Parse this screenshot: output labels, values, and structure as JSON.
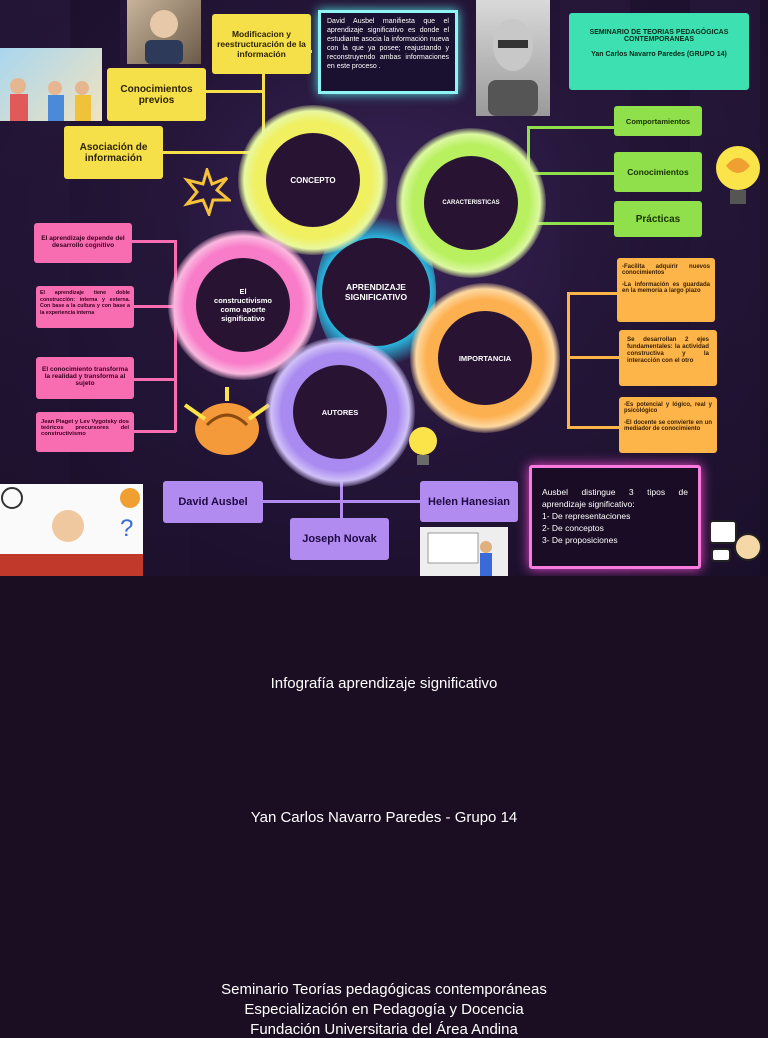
{
  "top": {
    "modificacion": "Modificacion y reestructuración de la información",
    "ausbel_quote": "David Ausbel manifiesta que el aprendizaje significativo es donde el estudiante asocia la información nueva con la que ya posee; reajustando y reconstruyendo ambas informaciones en este proceso .",
    "seminar_title": "SEMINARIO DE TEORIAS PEDAGÓGICAS CONTEMPORANEAS",
    "seminar_author": "Yan Carlos Navarro Paredes (GRUPO 14)"
  },
  "concepto": {
    "label": "CONCEPTO",
    "conocimientos_previos": "Conocimientos previos",
    "asociacion": "Asociación de información"
  },
  "caracteristicas": {
    "label": "CARACTERISTICAS",
    "items": [
      "Comportamientos",
      "Conocimientos",
      "Prácticas"
    ]
  },
  "center": {
    "label": "APRENDIZAJE SIGNIFICATIVO"
  },
  "constructivismo": {
    "label": "El constructivismo como aporte significativo",
    "items": [
      "El aprendizaje depende del desarrollo cognitivo",
      "El aprendizaje tiene doble construcción: interna y externa. Con base a la cultura y con base a la experiencia interna",
      "El conocimiento transforma la realidad y transforma al sujeto",
      "Jean Piaget y Lev Vygotsky dos teóricos precursores del constructivismo"
    ]
  },
  "importancia": {
    "label": "IMPORTANCIA",
    "box1_a": "-Facilita adquirir nuevos conocimientos",
    "box1_b": "-La información es guardada en la memoria a largo plazo",
    "box2": "Se desarrollan 2 ejes fundamentales: la actividad constructiva y la interacción con el otro",
    "box3_a": "-Es potencial y lógico, real y psicológico",
    "box3_b": "-El docente se convierte en un mediador de conocimiento"
  },
  "autores": {
    "label": "AUTORES",
    "names": [
      "David Ausbel",
      "Joseph Novak",
      "Helen Hanesian"
    ]
  },
  "tipos": {
    "intro": "Ausbel distingue 3 tipos de aprendizaje significativo:",
    "items": [
      "1- De representaciones",
      "2- De conceptos",
      "3- De proposiciones"
    ]
  },
  "footer": {
    "title": "Infografía aprendizaje significativo",
    "author": "Yan Carlos Navarro Paredes -  Grupo 14",
    "line1": "Seminario Teorías pedagógicas contemporáneas",
    "line2": "Especialización en Pedagogía y Docencia",
    "line3": "Fundación Universitaria del Área Andina"
  },
  "colors": {
    "yellow": "#f6e04a",
    "green": "#8fe04a",
    "pink": "#f86cb2",
    "orange": "#fdb54a",
    "violet": "#b18bf0",
    "teal": "#3de0b0"
  }
}
